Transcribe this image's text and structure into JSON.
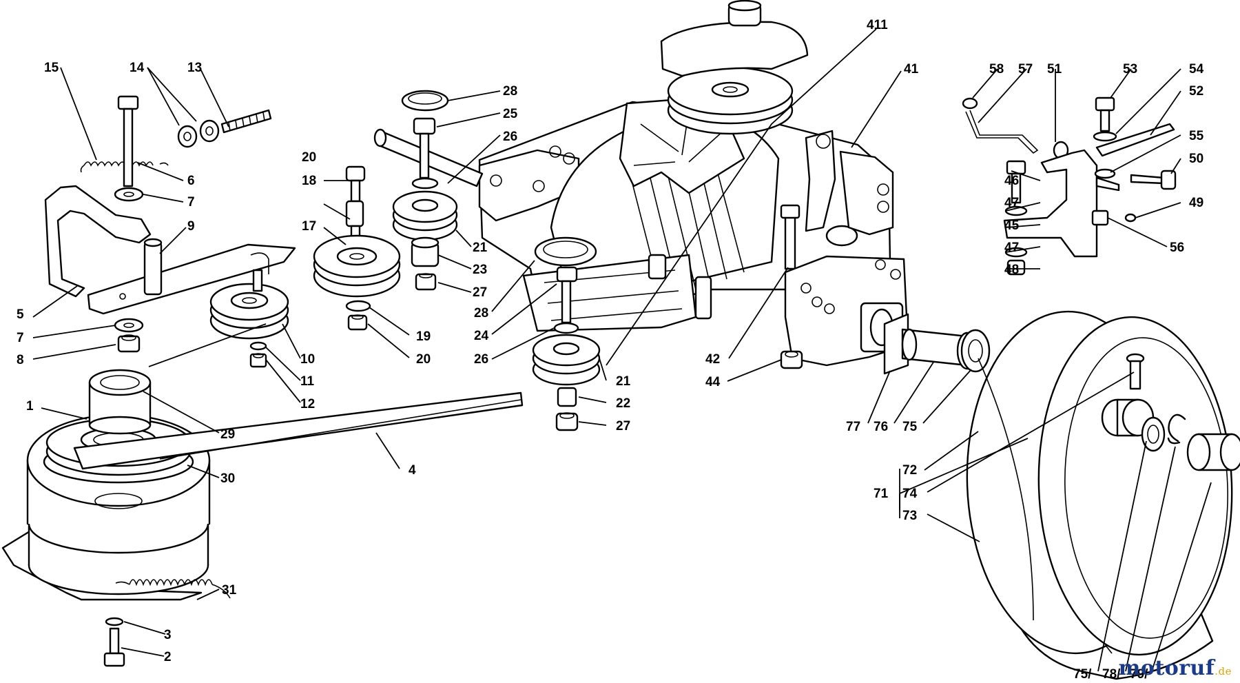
{
  "callouts": [
    {
      "id": "c15",
      "text": "15"
    },
    {
      "id": "c14",
      "text": "14"
    },
    {
      "id": "c13",
      "text": "13"
    },
    {
      "id": "c6",
      "text": "6"
    },
    {
      "id": "c7a",
      "text": "7"
    },
    {
      "id": "c9",
      "text": "9"
    },
    {
      "id": "c5",
      "text": "5"
    },
    {
      "id": "c7b",
      "text": "7"
    },
    {
      "id": "c8",
      "text": "8"
    },
    {
      "id": "c1",
      "text": "1"
    },
    {
      "id": "c29",
      "text": "29"
    },
    {
      "id": "c30",
      "text": "30"
    },
    {
      "id": "c4",
      "text": "4"
    },
    {
      "id": "c31",
      "text": "31"
    },
    {
      "id": "c3",
      "text": "3"
    },
    {
      "id": "c2",
      "text": "2"
    },
    {
      "id": "c20a",
      "text": "20"
    },
    {
      "id": "c18",
      "text": "18"
    },
    {
      "id": "c17",
      "text": "17"
    },
    {
      "id": "c19",
      "text": "19"
    },
    {
      "id": "c20b",
      "text": "20"
    },
    {
      "id": "c10",
      "text": "10"
    },
    {
      "id": "c11",
      "text": "11"
    },
    {
      "id": "c12",
      "text": "12"
    },
    {
      "id": "c28a",
      "text": "28"
    },
    {
      "id": "c25",
      "text": "25"
    },
    {
      "id": "c26a",
      "text": "26"
    },
    {
      "id": "c21a",
      "text": "21"
    },
    {
      "id": "c23",
      "text": "23"
    },
    {
      "id": "c27a",
      "text": "27"
    },
    {
      "id": "c28b",
      "text": "28"
    },
    {
      "id": "c24",
      "text": "24"
    },
    {
      "id": "c26b",
      "text": "26"
    },
    {
      "id": "c21b",
      "text": "21"
    },
    {
      "id": "c22",
      "text": "22"
    },
    {
      "id": "c27b",
      "text": "27"
    },
    {
      "id": "c411",
      "text": "411"
    },
    {
      "id": "c41",
      "text": "41"
    },
    {
      "id": "c42",
      "text": "42"
    },
    {
      "id": "c44",
      "text": "44"
    },
    {
      "id": "c58",
      "text": "58"
    },
    {
      "id": "c57",
      "text": "57"
    },
    {
      "id": "c51",
      "text": "51"
    },
    {
      "id": "c53",
      "text": "53"
    },
    {
      "id": "c54",
      "text": "54"
    },
    {
      "id": "c52",
      "text": "52"
    },
    {
      "id": "c55",
      "text": "55"
    },
    {
      "id": "c50",
      "text": "50"
    },
    {
      "id": "c46",
      "text": "46"
    },
    {
      "id": "c47a",
      "text": "47"
    },
    {
      "id": "c45",
      "text": "45"
    },
    {
      "id": "c47b",
      "text": "47"
    },
    {
      "id": "c48",
      "text": "48"
    },
    {
      "id": "c49",
      "text": "49"
    },
    {
      "id": "c56",
      "text": "56"
    },
    {
      "id": "c77",
      "text": "77"
    },
    {
      "id": "c76",
      "text": "76"
    },
    {
      "id": "c75a",
      "text": "75"
    },
    {
      "id": "c72",
      "text": "72"
    },
    {
      "id": "c71",
      "text": "71"
    },
    {
      "id": "c74",
      "text": "74"
    },
    {
      "id": "c73",
      "text": "73"
    },
    {
      "id": "c75b",
      "text": "75/"
    },
    {
      "id": "c78",
      "text": "78/"
    },
    {
      "id": "c79",
      "text": "79/"
    }
  ],
  "watermark": {
    "text": "motoruf",
    "domain": ".de",
    "colors": {
      "primary": "#1a3a8c",
      "accent": "#e8a000"
    }
  }
}
